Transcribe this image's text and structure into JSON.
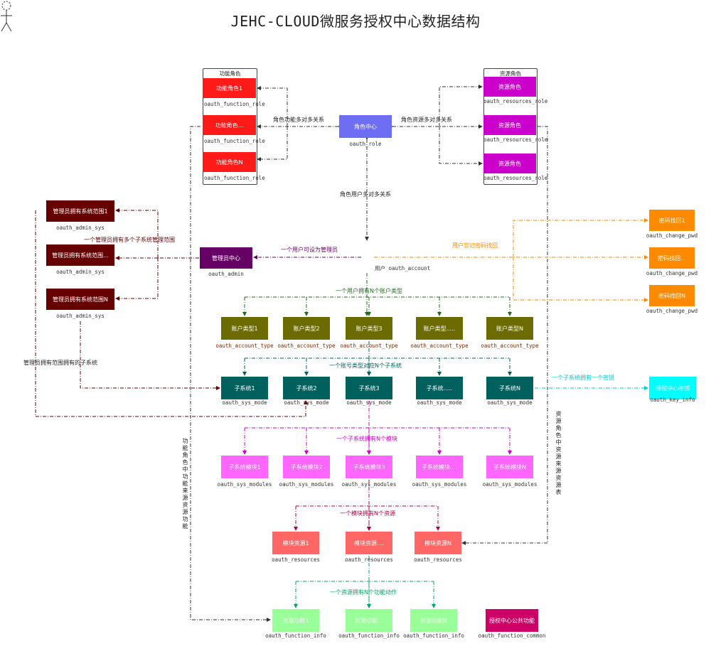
{
  "title": "JEHC-CLOUD微服务授权中心数据结构",
  "colors": {
    "func_role": "#ff1a1a",
    "res_role": "#cc00cc",
    "role_center": "#6e6ef5",
    "admin_sys": "#660000",
    "admin_center": "#660066",
    "account_type": "#6b6b00",
    "sys_mode": "#00605e",
    "module": "#ff66ff",
    "resource": "#ff6666",
    "function_info": "#99ff99",
    "function_common": "#cc0066",
    "change_pwd": "#ff8a00",
    "key_info": "#00ffff"
  },
  "groups": {
    "function_role": {
      "title": "功能角色",
      "items": [
        {
          "label": "功能角色1",
          "table": "oauth_function_role"
        },
        {
          "label": "功能角色...",
          "table": "oauth_function_role"
        },
        {
          "label": "功能角色N",
          "table": "oauth_function_role"
        }
      ]
    },
    "resource_role": {
      "title": "资源角色",
      "items": [
        {
          "label": "资源角色",
          "table": "oauth_resources_role"
        },
        {
          "label": "资源角色",
          "table": "oauth_resources_role"
        },
        {
          "label": "资源角色",
          "table": "oauth_resources_role"
        }
      ]
    }
  },
  "role_center": {
    "label": "角色中心",
    "table": "oauth_role"
  },
  "admin_center": {
    "label": "管理员中心",
    "table": "oauth_admin"
  },
  "user": {
    "label": "用户",
    "table": "oauth_account"
  },
  "admin_sys": [
    {
      "label": "管理员拥有系统范围1",
      "table": "oauth_admin_sys"
    },
    {
      "label": "管理员拥有系统范围...",
      "table": "oauth_admin_sys"
    },
    {
      "label": "管理员拥有系统范围N",
      "table": "oauth_admin_sys"
    }
  ],
  "change_pwd": [
    {
      "label": "密码找回1",
      "table": "oauth_change_pwd"
    },
    {
      "label": "密码找回...",
      "table": "oauth_change_pwd"
    },
    {
      "label": "密码找回N",
      "table": "oauth_change_pwd"
    }
  ],
  "account_types": [
    {
      "label": "账户类型1",
      "table": "oauth_account_type"
    },
    {
      "label": "账户类型2",
      "table": "oauth_account_type"
    },
    {
      "label": "账户类型3",
      "table": "oauth_account_type"
    },
    {
      "label": "账户类型.....",
      "table": "oauth_account_type"
    },
    {
      "label": "账户类型N",
      "table": "oauth_account_type"
    }
  ],
  "sys_modes": [
    {
      "label": "子系统1",
      "table": "oauth_sys_mode"
    },
    {
      "label": "子系统2",
      "table": "oauth_sys_mode"
    },
    {
      "label": "子系统3",
      "table": "oauth_sys_mode"
    },
    {
      "label": "子系统.....",
      "table": "oauth_sys_mode"
    },
    {
      "label": "子系统N",
      "table": "oauth_sys_mode"
    }
  ],
  "key_info": {
    "label": "授权中心密钥",
    "table": "oauth_key_info"
  },
  "modules": [
    {
      "label": "子系统模块1",
      "table": "oauth_sys_modules"
    },
    {
      "label": "子系统模块2",
      "table": "oauth_sys_modules"
    },
    {
      "label": "子系统模块3",
      "table": "oauth_sys_modules"
    },
    {
      "label": "子系统模块....",
      "table": "oauth_sys_modules"
    },
    {
      "label": "子系统模块N",
      "table": "oauth_sys_modules"
    }
  ],
  "resources": [
    {
      "label": "模块资源1",
      "table": "oauth_resources"
    },
    {
      "label": "模块资源....",
      "table": "oauth_resources"
    },
    {
      "label": "模块资源N",
      "table": "oauth_resources"
    }
  ],
  "functions": [
    {
      "label": "资源功能1",
      "table": "oauth_function_info"
    },
    {
      "label": "资源功能...",
      "table": "oauth_function_info"
    },
    {
      "label": "资源功能N",
      "table": "oauth_function_info"
    }
  ],
  "function_common": {
    "label": "授权中心公共功能",
    "table": "oauth_function_common"
  },
  "edges": {
    "func_role_rel": "角色功能多对多关系",
    "res_role_rel": "角色资源多对多关系",
    "role_user_rel": "角色用户多对多关系",
    "admin_scope_rel": "一个管理员拥有多个子系统管理范围",
    "user_admin_rel": "一个用户可设为管理员",
    "pwd_rel": "用户忘记密码找回",
    "account_type_rel": "一个用户拥有N个账户类型",
    "admin_sys_rel": "管理员拥有范围拥有的子系统",
    "sys_rel": "一个账号类型对应N个子系统",
    "key_rel": "一个子系统拥有一个密钥",
    "module_rel": "一个子系统拥有N个模块",
    "resource_rel": "一个模块拥有N个资源",
    "function_rel": "一个资源拥有N个功能动作",
    "func_source_vertical": "功能角色中功能来源资源功能",
    "res_source_vertical": "资源角色中资源来源资源表"
  }
}
